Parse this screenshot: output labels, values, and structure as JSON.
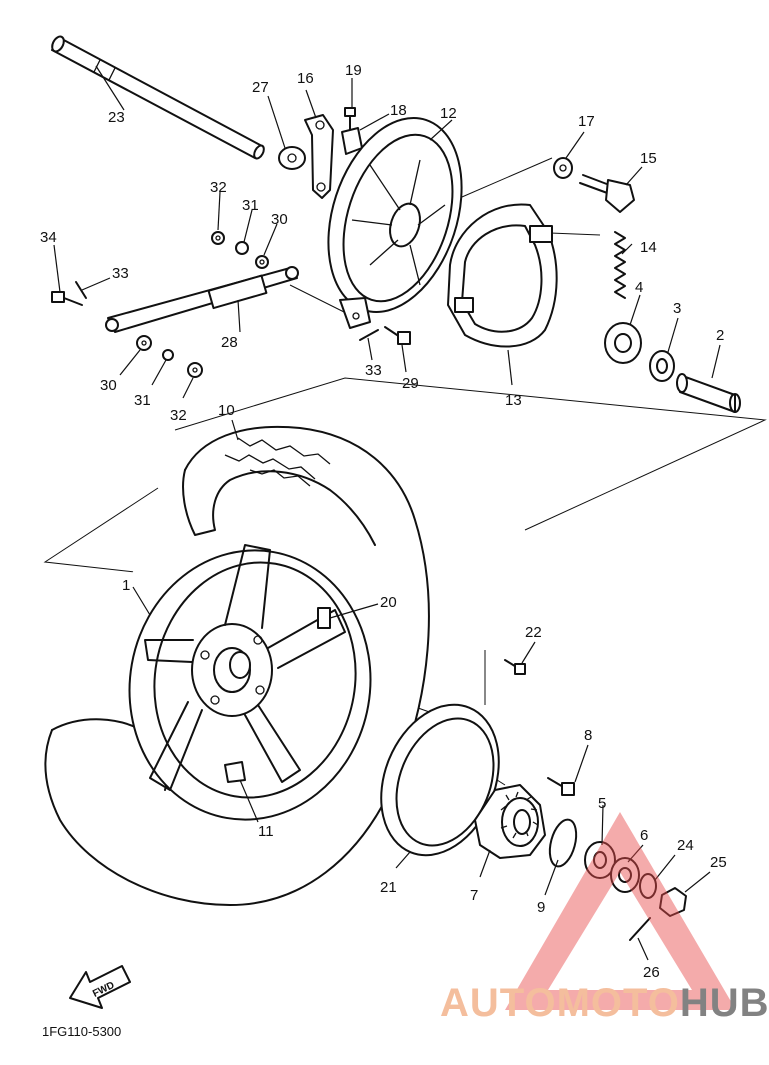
{
  "diagram": {
    "part_numbers": [
      "1",
      "2",
      "3",
      "4",
      "5",
      "6",
      "7",
      "8",
      "9",
      "10",
      "11",
      "12",
      "13",
      "14",
      "15",
      "16",
      "17",
      "18",
      "19",
      "20",
      "21",
      "22",
      "23",
      "24",
      "25",
      "26",
      "27",
      "28",
      "29",
      "30",
      "30",
      "31",
      "31",
      "32",
      "32",
      "33",
      "33",
      "34"
    ],
    "drawing_code": "1FG110-5300",
    "direction_label": "FWD"
  },
  "watermark": {
    "brand_part1": "AUTOMOTO",
    "brand_part2": "HUB",
    "colors": {
      "orange": "#f3b38c",
      "red": "#e84a4a",
      "gray": "#6d6d6d"
    }
  }
}
